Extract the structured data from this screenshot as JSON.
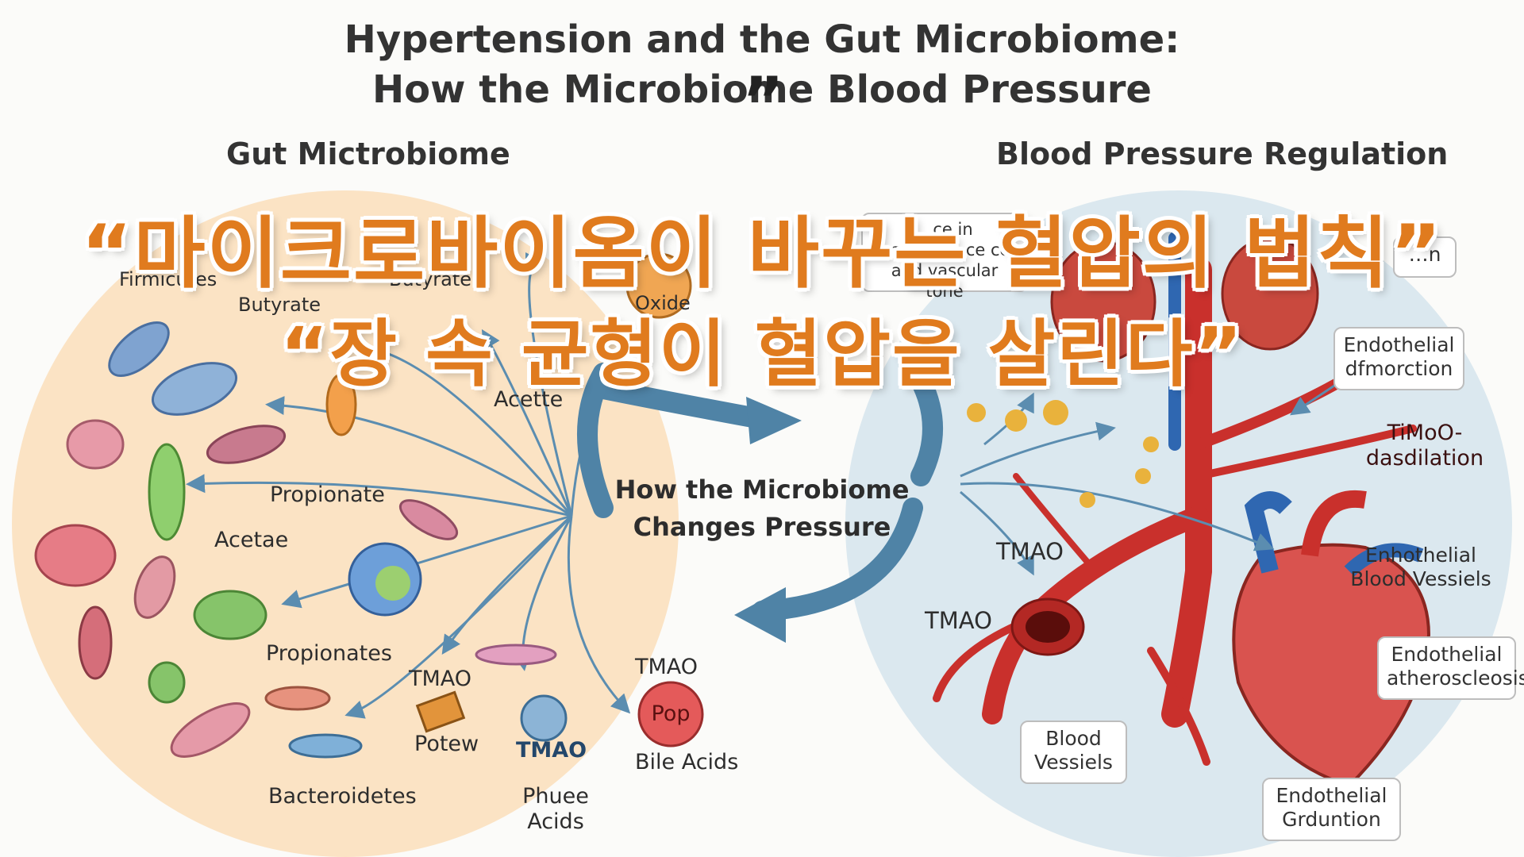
{
  "title": {
    "line1": "Hypertension and the Gut Microbiome:",
    "line2": "How the Microbiome Blood Pressure"
  },
  "quote_mark": "”",
  "left_heading": "Gut Mictrobiome",
  "right_heading": "Blood Pressure Regulation",
  "overlay": {
    "line1": "“마이크로바이옴이 바꾸는 혈압의 법칙”",
    "line2": "“장 속 균형이 혈압을 살린다”",
    "color": "#e07b1e"
  },
  "center": {
    "line1": "How the Microbiome",
    "line2": "Changes Pressure"
  },
  "left_labels": {
    "firmicutes": "Firmicutes",
    "butyrate1": "Butyrate",
    "butyrate2": "Butyrate",
    "acette": "Acette",
    "propionate": "Propionate",
    "acetae": "Acetae",
    "propionates": "Propionates",
    "tmao1": "TMAO",
    "potew": "Potew",
    "bacteroidetes": "Bacteroidetes",
    "tmao2": "TMAO",
    "phuee": "Phuee",
    "acids": "Acids",
    "tmao3": "TMAO",
    "pop": "Pop",
    "bile_acids": "Bile Acids",
    "oxide": "Oxide"
  },
  "right_labels": {
    "box_top_line1": "…ce in",
    "box_top_line2": "…ac… ……ce cel",
    "box_top_line3": "and vascular tone",
    "box_topright": "…n",
    "endo_dys_line1": "Endothelial",
    "endo_dys_line2": "dfmorction",
    "timoo_line1": "TiMoO-",
    "timoo_line2": "dasdilation",
    "tmao_a": "TMAO",
    "tmao_b": "TMAO",
    "enhothelial_line1": "Enhothelial",
    "enhothelial_line2": "Blood Vessiels",
    "athero_line1": "Endothelial",
    "athero_line2": "atherosclеosis",
    "vessels_line1": "Blood",
    "vessels_line2": "Vessiels",
    "grdun_line1": "Endothelial",
    "grdun_line2": "Grduntion"
  },
  "colors": {
    "left_circle": "#fbe3c4",
    "right_circle": "#dbe8ef",
    "arrow_blue": "#4f83a6",
    "artery_red": "#c9302c",
    "vein_blue": "#2f67b1"
  },
  "icons": [
    "bacteria-icon",
    "heart-icon",
    "kidney-icon",
    "artery-icon",
    "curved-arrow-icon"
  ]
}
